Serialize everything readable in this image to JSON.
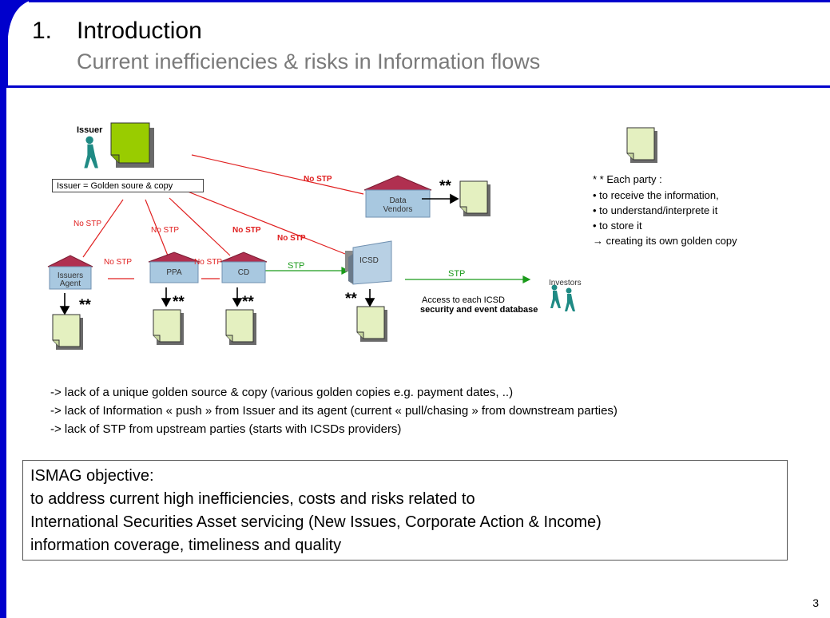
{
  "title": {
    "number": "1.",
    "main": "Introduction",
    "subtitle": "Current inefficiencies & risks in Information flows"
  },
  "diagram": {
    "issuer_label": "Issuer",
    "golden_copy_label": "Issuer = Golden soure & copy",
    "nodes": {
      "agent_line1": "Issuers",
      "agent_line2": "Agent",
      "ppa": "PPA",
      "cd": "CD",
      "icsd": "ICSD",
      "data_vendors_line1": "Data",
      "data_vendors_line2": "Vendors",
      "investors": "Investors"
    },
    "links": {
      "no_stp": "No STP",
      "stp": "STP"
    },
    "stars": "**",
    "access_line1": "Access to each ICSD",
    "access_line2": "security and event database",
    "legend": {
      "heading": "* * Each party :",
      "items": [
        "• to receive the information,",
        "• to understand/interprete it",
        "• to store it",
        "→ creating its own golden copy"
      ]
    }
  },
  "issues": [
    "-> lack of a unique golden source & copy (various golden copies e.g. payment dates, ..)",
    "-> lack of Information « push » from Issuer and its agent (current « pull/chasing » from downstream parties)",
    "-> lack of STP from upstream parties (starts with ICSDs providers)"
  ],
  "objective": {
    "heading": "ISMAG objective:",
    "lines": [
      "to address current high inefficiencies, costs and risks related to",
      "International Securities Asset servicing (New Issues, Corporate Action & Income)",
      "information coverage, timeliness and quality"
    ]
  },
  "page_number": "3",
  "colors": {
    "brand_blue": "#0000cc",
    "no_stp_red": "#e02020",
    "stp_green": "#1a9a1a",
    "doc_green": "#99cc00",
    "doc_pale": "#e4f0c0",
    "people_teal": "#1f8a84"
  }
}
